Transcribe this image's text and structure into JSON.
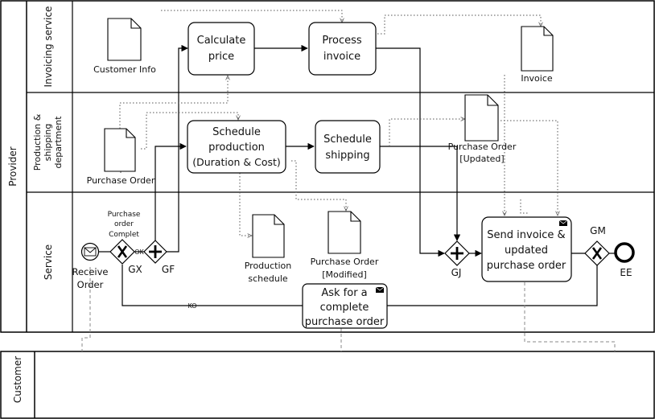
{
  "pool": {
    "provider": "Provider",
    "customer": "Customer"
  },
  "lanes": {
    "invoicing": "Invoicing service",
    "production_line1": "Production &",
    "production_line2": "shipping",
    "production_line3": "department",
    "service": "Service"
  },
  "tasks": {
    "calculate_price": [
      "Calculate",
      "price"
    ],
    "process_invoice": [
      "Process",
      "invoice"
    ],
    "schedule_production": [
      "Schedule",
      "production",
      "(Duration & Cost)"
    ],
    "schedule_shipping": [
      "Schedule",
      "shipping"
    ],
    "send_invoice": [
      "Send invoice &",
      "updated",
      "purchase order"
    ],
    "ask_complete": [
      "Ask for a",
      "complete",
      "purchase order"
    ]
  },
  "documents": {
    "customer_info": "Customer Info",
    "invoice": "Invoice",
    "purchase_order": "Purchase Order",
    "purchase_order_updated": [
      "Purchase Order",
      "[Updated]"
    ],
    "production_schedule": [
      "Production",
      "schedule"
    ],
    "purchase_order_modified": [
      "Purchase Order",
      "[Modified]"
    ]
  },
  "events": {
    "receive_order": [
      "Receive",
      "Order"
    ],
    "end": "EE"
  },
  "gateways": {
    "gx": "GX",
    "gf": "GF",
    "gj": "GJ",
    "gm": "GM",
    "gx_question": [
      "Purchase",
      "order",
      "Complet"
    ],
    "ok": "OK",
    "ko": "KO"
  }
}
